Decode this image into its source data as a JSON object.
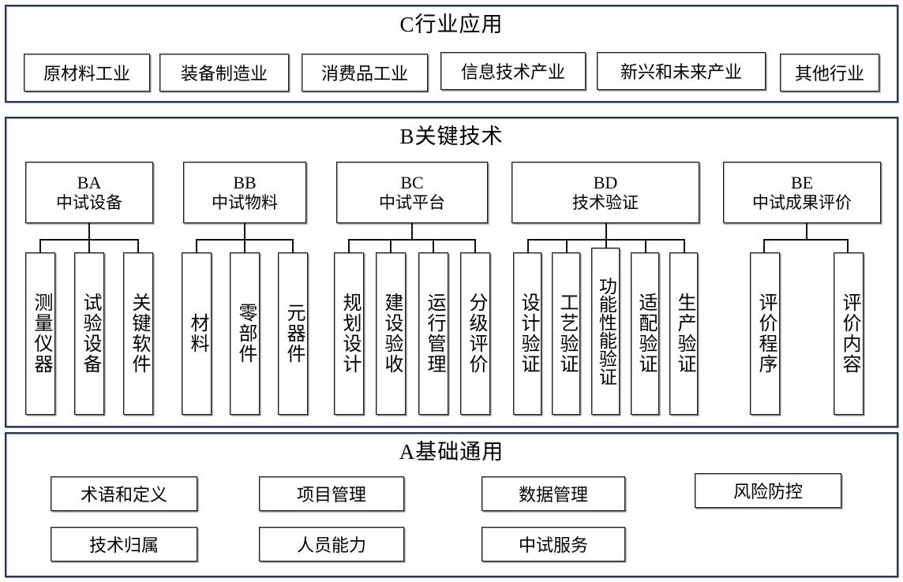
{
  "diagram": {
    "type": "hierarchy-block-diagram",
    "background": "#ffffff",
    "frame_color": "#2b3550",
    "box_border_color": "#1b1b1b"
  },
  "section_c": {
    "title": "C行业应用",
    "items": [
      {
        "label": "原材料工业"
      },
      {
        "label": "装备制造业"
      },
      {
        "label": "消费品工业"
      },
      {
        "label": "信息技术产业"
      },
      {
        "label": "新兴和未来产业"
      },
      {
        "label": "其他行业"
      }
    ]
  },
  "section_b": {
    "title": "B关键技术",
    "groups": [
      {
        "code": "BA",
        "name": "中试设备",
        "children": [
          {
            "label": "测量仪器"
          },
          {
            "label": "试验设备"
          },
          {
            "label": "关键软件"
          }
        ]
      },
      {
        "code": "BB",
        "name": "中试物料",
        "children": [
          {
            "label": "材料"
          },
          {
            "label": "零部件"
          },
          {
            "label": "元器件"
          }
        ]
      },
      {
        "code": "BC",
        "name": "中试平台",
        "children": [
          {
            "label": "规划设计"
          },
          {
            "label": "建设验收"
          },
          {
            "label": "运行管理"
          },
          {
            "label": "分级评价"
          }
        ]
      },
      {
        "code": "BD",
        "name": "技术验证",
        "children": [
          {
            "label": "设计验证"
          },
          {
            "label": "工艺验证"
          },
          {
            "label": "功能性能验证"
          },
          {
            "label": "适配验证"
          },
          {
            "label": "生产验证"
          }
        ]
      },
      {
        "code": "BE",
        "name": "中试成果评价",
        "children": [
          {
            "label": "评价程序"
          },
          {
            "label": "评价内容"
          }
        ]
      }
    ]
  },
  "section_a": {
    "title": "A基础通用",
    "columns": [
      {
        "top": "术语和定义",
        "bottom": "技术归属"
      },
      {
        "top": "项目管理",
        "bottom": "人员能力"
      },
      {
        "top": "数据管理",
        "bottom": "中试服务"
      },
      {
        "top": "风险防控",
        "bottom": null
      }
    ]
  }
}
